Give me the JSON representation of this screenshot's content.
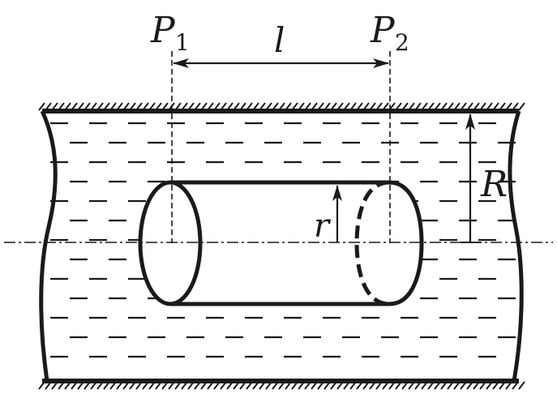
{
  "diagram": {
    "labels": {
      "p1": "P",
      "p1_sub": "1",
      "p2": "P",
      "p2_sub": "2",
      "length": "l",
      "outer_radius": "R",
      "inner_radius": "r"
    },
    "colors": {
      "stroke": "#1a1a1a",
      "background": "#ffffff"
    }
  }
}
